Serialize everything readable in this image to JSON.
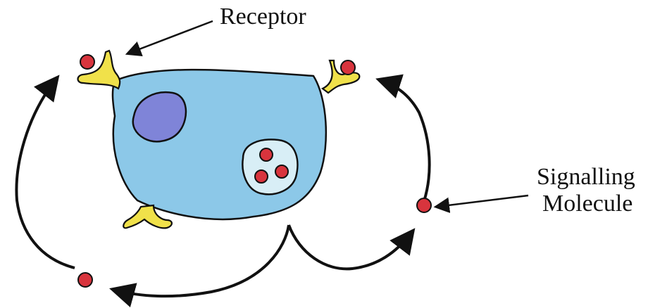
{
  "labels": {
    "receptor": "Receptor",
    "signalling_line1": "Signalling",
    "signalling_line2": "Molecule"
  },
  "colors": {
    "cell_fill": "#8cc8e8",
    "nucleus_fill": "#7f84d8",
    "vesicle_fill": "#d8eef6",
    "receptor_fill": "#f0e14a",
    "molecule_fill": "#d8343d",
    "stroke": "#111111"
  },
  "icons": {
    "receptor": "y-shaped-receptor-icon",
    "molecule": "red-circle-molecule-icon"
  }
}
